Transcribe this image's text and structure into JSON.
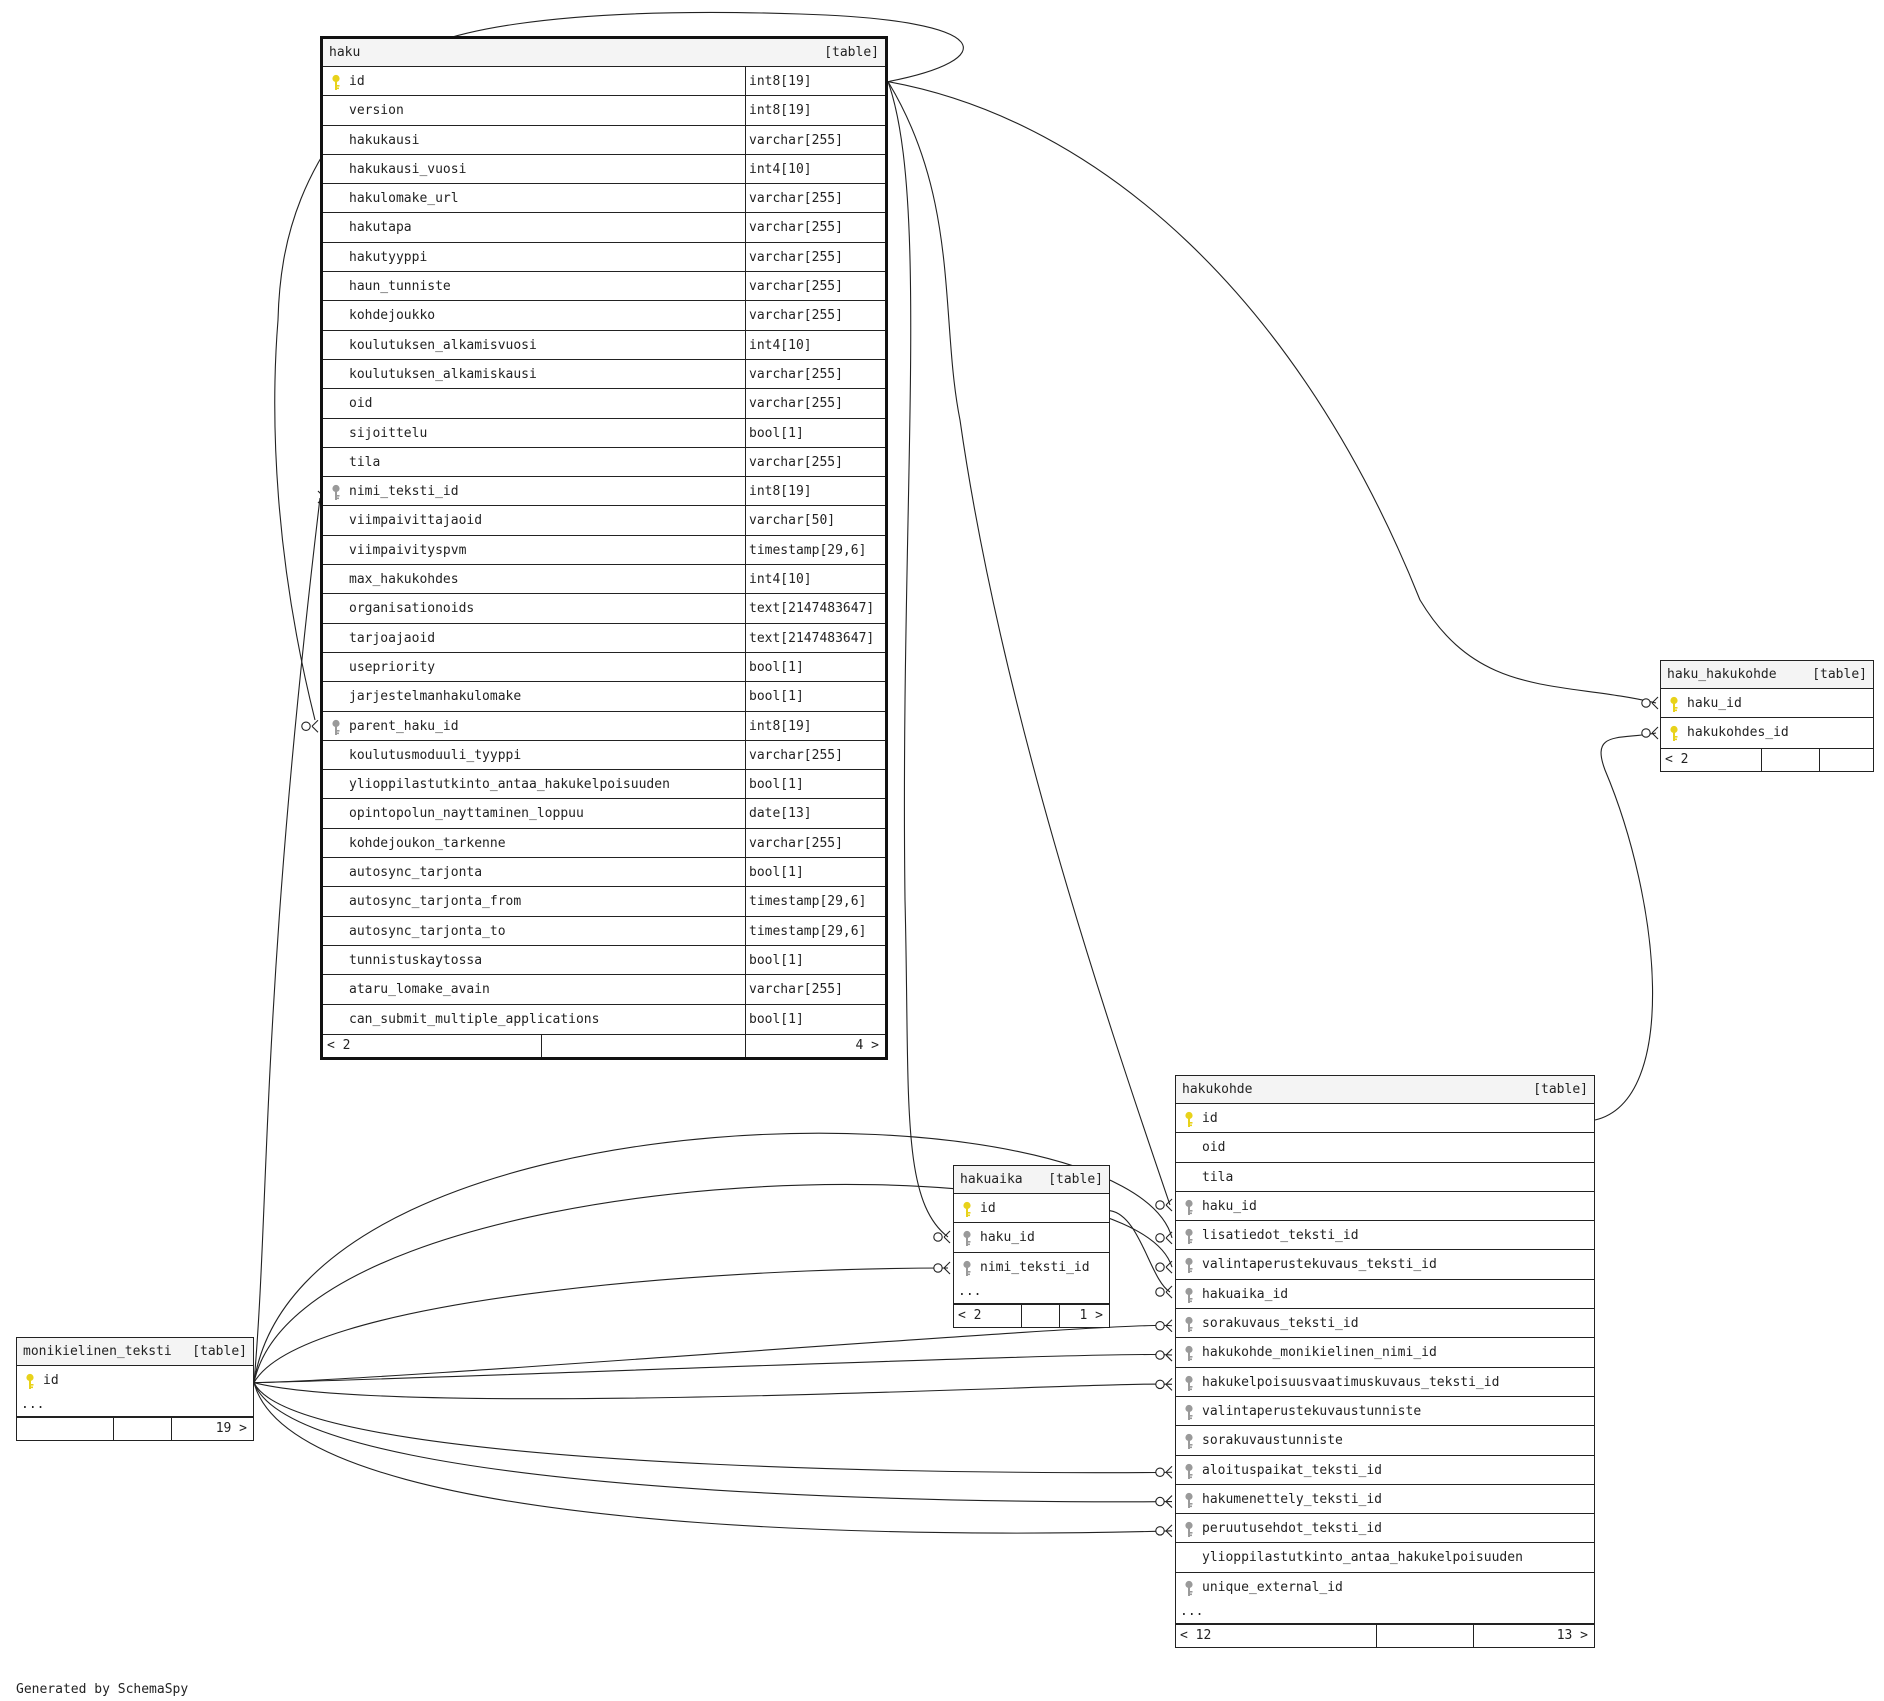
{
  "footer_text": "Generated by SchemaSpy",
  "colors": {
    "pk_key": "#e8d21a",
    "fk_key": "#9a9a9a",
    "line": "#222222",
    "header": "#f4f4f4"
  },
  "tables": {
    "haku": {
      "name": "haku",
      "kind": "[table]",
      "columns": [
        {
          "name": "id",
          "type": "int8[19]",
          "key": "pk"
        },
        {
          "name": "version",
          "type": "int8[19]",
          "key": ""
        },
        {
          "name": "hakukausi",
          "type": "varchar[255]",
          "key": ""
        },
        {
          "name": "hakukausi_vuosi",
          "type": "int4[10]",
          "key": ""
        },
        {
          "name": "hakulomake_url",
          "type": "varchar[255]",
          "key": ""
        },
        {
          "name": "hakutapa",
          "type": "varchar[255]",
          "key": ""
        },
        {
          "name": "hakutyyppi",
          "type": "varchar[255]",
          "key": ""
        },
        {
          "name": "haun_tunniste",
          "type": "varchar[255]",
          "key": ""
        },
        {
          "name": "kohdejoukko",
          "type": "varchar[255]",
          "key": ""
        },
        {
          "name": "koulutuksen_alkamisvuosi",
          "type": "int4[10]",
          "key": ""
        },
        {
          "name": "koulutuksen_alkamiskausi",
          "type": "varchar[255]",
          "key": ""
        },
        {
          "name": "oid",
          "type": "varchar[255]",
          "key": ""
        },
        {
          "name": "sijoittelu",
          "type": "bool[1]",
          "key": ""
        },
        {
          "name": "tila",
          "type": "varchar[255]",
          "key": ""
        },
        {
          "name": "nimi_teksti_id",
          "type": "int8[19]",
          "key": "fk"
        },
        {
          "name": "viimpaivittajaoid",
          "type": "varchar[50]",
          "key": ""
        },
        {
          "name": "viimpaivityspvm",
          "type": "timestamp[29,6]",
          "key": ""
        },
        {
          "name": "max_hakukohdes",
          "type": "int4[10]",
          "key": ""
        },
        {
          "name": "organisationoids",
          "type": "text[2147483647]",
          "key": ""
        },
        {
          "name": "tarjoajaoid",
          "type": "text[2147483647]",
          "key": ""
        },
        {
          "name": "usepriority",
          "type": "bool[1]",
          "key": ""
        },
        {
          "name": "jarjestelmanhakulomake",
          "type": "bool[1]",
          "key": ""
        },
        {
          "name": "parent_haku_id",
          "type": "int8[19]",
          "key": "fk"
        },
        {
          "name": "koulutusmoduuli_tyyppi",
          "type": "varchar[255]",
          "key": ""
        },
        {
          "name": "ylioppilastutkinto_antaa_hakukelpoisuuden",
          "type": "bool[1]",
          "key": ""
        },
        {
          "name": "opintopolun_nayttaminen_loppuu",
          "type": "date[13]",
          "key": ""
        },
        {
          "name": "kohdejoukon_tarkenne",
          "type": "varchar[255]",
          "key": ""
        },
        {
          "name": "autosync_tarjonta",
          "type": "bool[1]",
          "key": ""
        },
        {
          "name": "autosync_tarjonta_from",
          "type": "timestamp[29,6]",
          "key": ""
        },
        {
          "name": "autosync_tarjonta_to",
          "type": "timestamp[29,6]",
          "key": ""
        },
        {
          "name": "tunnistuskaytossa",
          "type": "bool[1]",
          "key": ""
        },
        {
          "name": "ataru_lomake_avain",
          "type": "varchar[255]",
          "key": ""
        },
        {
          "name": "can_submit_multiple_applications",
          "type": "bool[1]",
          "key": ""
        }
      ],
      "more": "",
      "footer_left": "< 2",
      "footer_right": "4 >"
    },
    "haku_hakukohde": {
      "name": "haku_hakukohde",
      "kind": "[table]",
      "columns": [
        {
          "name": "haku_id",
          "type": "",
          "key": "pk"
        },
        {
          "name": "hakukohdes_id",
          "type": "",
          "key": "pk"
        }
      ],
      "more": "",
      "footer_left": "< 2",
      "footer_right": ""
    },
    "hakukohde": {
      "name": "hakukohde",
      "kind": "[table]",
      "columns": [
        {
          "name": "id",
          "type": "",
          "key": "pk"
        },
        {
          "name": "oid",
          "type": "",
          "key": ""
        },
        {
          "name": "tila",
          "type": "",
          "key": ""
        },
        {
          "name": "haku_id",
          "type": "",
          "key": "fk"
        },
        {
          "name": "lisatiedot_teksti_id",
          "type": "",
          "key": "fk"
        },
        {
          "name": "valintaperustekuvaus_teksti_id",
          "type": "",
          "key": "fk"
        },
        {
          "name": "hakuaika_id",
          "type": "",
          "key": "fk"
        },
        {
          "name": "sorakuvaus_teksti_id",
          "type": "",
          "key": "fk"
        },
        {
          "name": "hakukohde_monikielinen_nimi_id",
          "type": "",
          "key": "fk"
        },
        {
          "name": "hakukelpoisuusvaatimuskuvaus_teksti_id",
          "type": "",
          "key": "fk"
        },
        {
          "name": "valintaperustekuvaustunniste",
          "type": "",
          "key": "fk"
        },
        {
          "name": "sorakuvaustunniste",
          "type": "",
          "key": "fk"
        },
        {
          "name": "aloituspaikat_teksti_id",
          "type": "",
          "key": "fk"
        },
        {
          "name": "hakumenettely_teksti_id",
          "type": "",
          "key": "fk"
        },
        {
          "name": "peruutusehdot_teksti_id",
          "type": "",
          "key": "fk"
        },
        {
          "name": "ylioppilastutkinto_antaa_hakukelpoisuuden",
          "type": "",
          "key": ""
        },
        {
          "name": "unique_external_id",
          "type": "",
          "key": "fk"
        }
      ],
      "more": "...",
      "footer_left": "< 12",
      "footer_right": "13 >"
    },
    "hakuaika": {
      "name": "hakuaika",
      "kind": "[table]",
      "columns": [
        {
          "name": "id",
          "type": "",
          "key": "pk"
        },
        {
          "name": "haku_id",
          "type": "",
          "key": "fk"
        },
        {
          "name": "nimi_teksti_id",
          "type": "",
          "key": "fk"
        }
      ],
      "more": "...",
      "footer_left": "< 2",
      "footer_right": "1 >"
    },
    "monikielinen_teksti": {
      "name": "monikielinen_teksti",
      "kind": "[table]",
      "columns": [
        {
          "name": "id",
          "type": "",
          "key": "pk"
        }
      ],
      "more": "...",
      "footer_left": "",
      "footer_right": "19 >"
    }
  }
}
